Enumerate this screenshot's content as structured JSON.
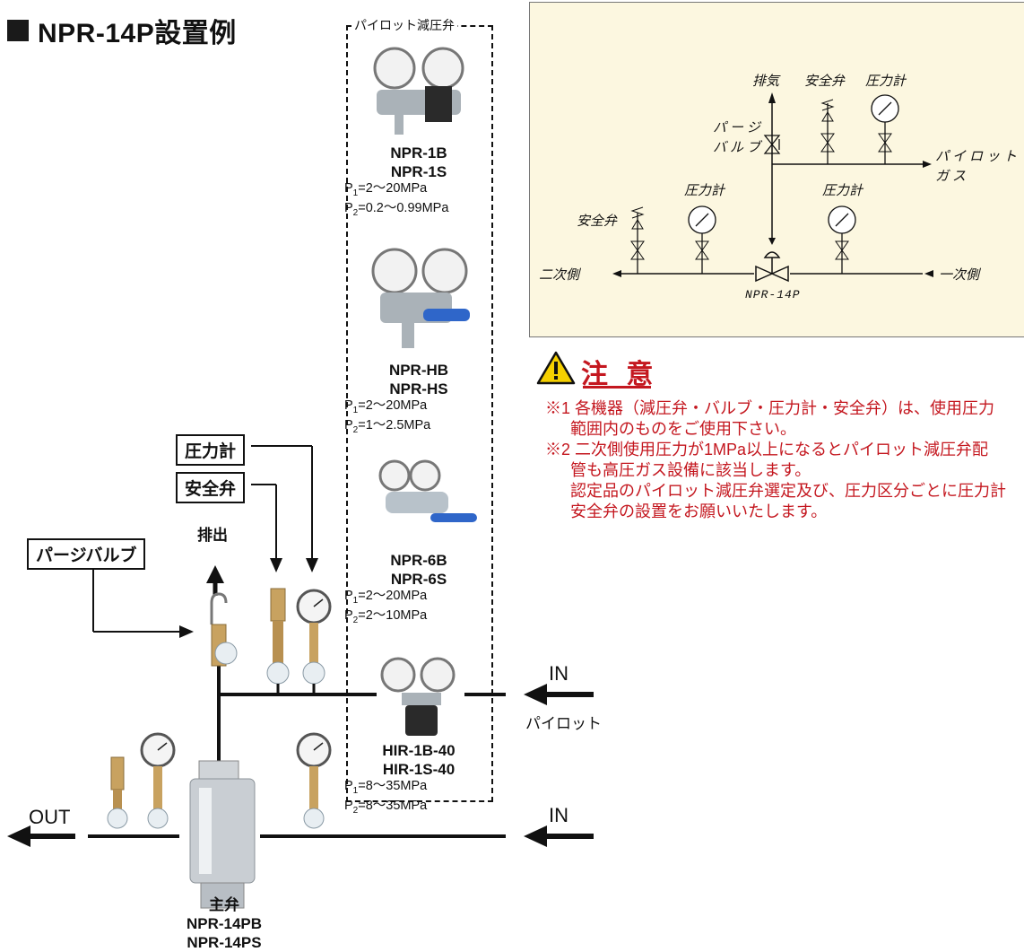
{
  "title": "NPR-14P設置例",
  "labels": {
    "pressure_gauge": "圧力計",
    "safety_valve": "安全弁",
    "purge_valve": "パージバルブ",
    "exhaust": "排出",
    "out": "OUT",
    "in_main": "IN",
    "in_pilot": "IN",
    "pilot": "パイロット"
  },
  "pilot_box": {
    "label": "パイロット減圧弁",
    "items": [
      {
        "model1": "NPR-1B",
        "model2": "NPR-1S",
        "p1": "=2〜20MPa",
        "p2": "=0.2〜0.99MPa"
      },
      {
        "model1": "NPR-HB",
        "model2": "NPR-HS",
        "p1": "=2〜20MPa",
        "p2": "=1〜2.5MPa"
      },
      {
        "model1": "NPR-6B",
        "model2": "NPR-6S",
        "p1": "=2〜20MPa",
        "p2": "=2〜10MPa"
      },
      {
        "model1": "HIR-1B-40",
        "model2": "HIR-1S-40",
        "p1": "=8〜35MPa",
        "p2": "=8〜35MPa"
      }
    ],
    "p1_prefix": "P",
    "p1_sub": "1",
    "p2_prefix": "P",
    "p2_sub": "2"
  },
  "main_valve": {
    "name": "主弁",
    "model1": "NPR-14PB",
    "model2": "NPR-14PS"
  },
  "schematic": {
    "exhaust": "排気",
    "safety_valve_top": "安全弁",
    "gauge_top": "圧力計",
    "purge_line1": "パージ",
    "purge_line2": "バルブ",
    "pilot_line1": "パイロット",
    "pilot_line2": "ガス",
    "gauge_left": "圧力計",
    "gauge_right": "圧力計",
    "safety_valve_left": "安全弁",
    "secondary": "二次側",
    "primary": "一次側",
    "valve_model": "NPR-14P"
  },
  "caution": {
    "title": "注 意",
    "notes": [
      "※1 各機器（減圧弁・バルブ・圧力計・安全弁）は、使用圧力",
      "範囲内のものをご使用下さい。",
      "※2 二次側使用圧力が1MPa以上になるとパイロット減圧弁配",
      "管も高圧ガス設備に該当します。",
      "認定品のパイロット減圧弁選定及び、圧力区分ごとに圧力計",
      "安全弁の設置をお願いいたします。"
    ]
  },
  "colors": {
    "caution_red": "#c4171f",
    "schematic_bg": "#fcf7e0",
    "warning_yellow": "#f5d000"
  }
}
